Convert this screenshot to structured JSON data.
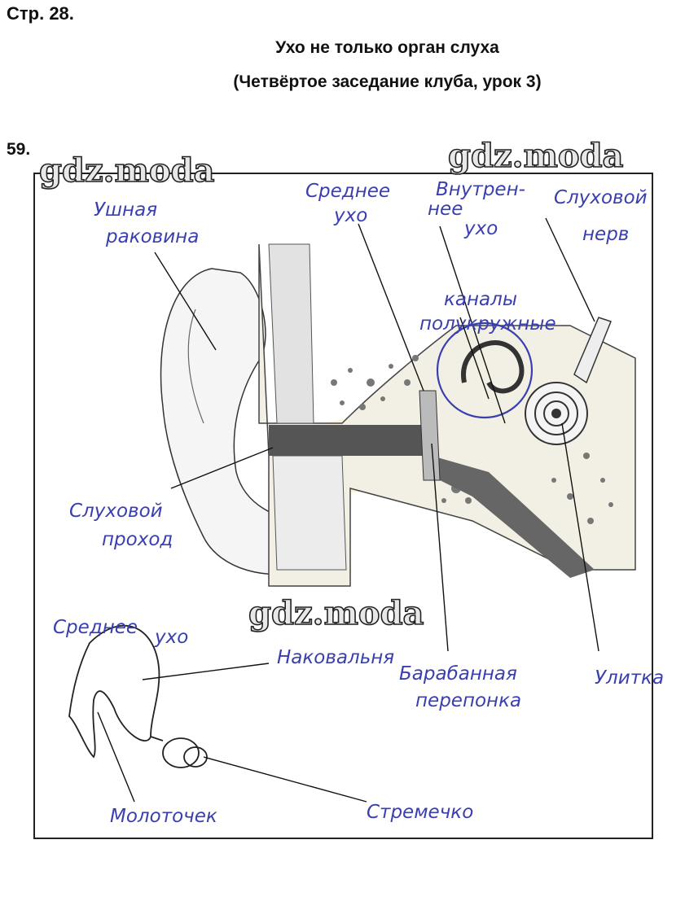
{
  "header": {
    "page_ref": "Стр. 28.",
    "title": "Ухо не только орган слуха",
    "subtitle": "(Четвёртое заседание клуба, урок 3)",
    "task_number": "59."
  },
  "watermark": "gdz.moda",
  "labels": {
    "auricle_1": "Ушная",
    "auricle_2": "раковина",
    "middle_ear_1": "Среднее",
    "middle_ear_2": "ухо",
    "inner_ear_1": "Внутрен-",
    "inner_ear_2": "нее",
    "inner_ear_3": "ухо",
    "nerve_1": "Слуховой",
    "nerve_2": "нерв",
    "canals_1": "каналы",
    "canals_2": "полукружные",
    "meatus_1": "Слуховой",
    "meatus_2": "проход",
    "ossicles_1": "Среднее",
    "ossicles_2": "ухо",
    "incus": "Наковальня",
    "eardrum_1": "Барабанная",
    "eardrum_2": "перепонка",
    "cochlea": "Улитка",
    "malleus": "Молоточек",
    "stapes": "Стремечко"
  },
  "colors": {
    "handwriting": "#3a3fb0",
    "line": "#111111",
    "canal": "#555555"
  }
}
